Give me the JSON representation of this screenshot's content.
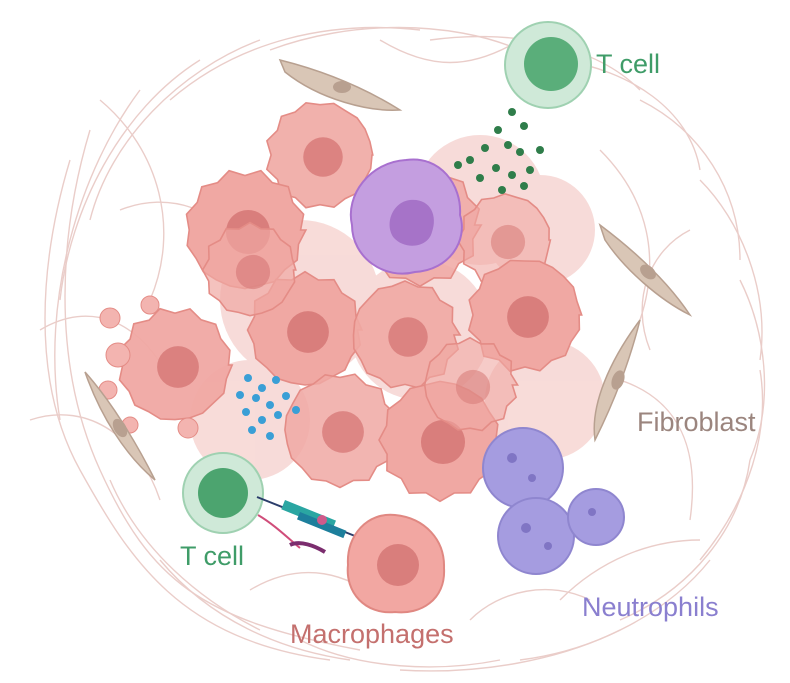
{
  "labels": {
    "t_cell_top": "T cell",
    "t_cell_bottom": "T cell",
    "fibroblast": "Fibroblast",
    "neutrophils": "Neutrophils",
    "macrophages": "Macrophages"
  },
  "colors": {
    "t_cell": "#3f9c68",
    "t_cell_light": "#c9e6d3",
    "fibroblast_text": "#9b857e",
    "fibroblast_body": "#d9c6b6",
    "neutrophil": "#8f86cf",
    "neutrophil_text": "#8a7fcf",
    "macrophage_text": "#c4706e",
    "tumor": "#f0a8a3",
    "tumor_nucleus": "#d97e7c",
    "purple_cell": "#b98ad3",
    "fiber": "#e8c8c4"
  }
}
